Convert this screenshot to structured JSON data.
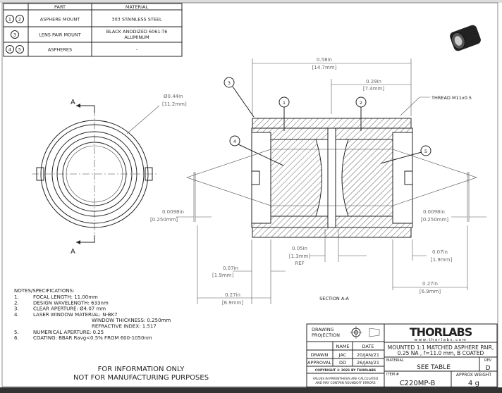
{
  "parts_table": {
    "headers": [
      "PART",
      "MATERIAL"
    ],
    "rows": [
      {
        "balloons": [
          "1",
          "2"
        ],
        "part": "ASPHERE MOUNT",
        "material": [
          "303 STAINLESS STEEL"
        ]
      },
      {
        "balloons": [
          "3"
        ],
        "part": "LENS PAIR MOUNT",
        "material": [
          "BLACK ANODIZED 6061-T6",
          "ALUMINUM"
        ]
      },
      {
        "balloons": [
          "4",
          "5"
        ],
        "part": "ASPHERES",
        "material": [
          "-"
        ]
      }
    ]
  },
  "end_view": {
    "section_label": "A",
    "diameter": "Ø0.44in",
    "diameter_mm": "[11.2mm]"
  },
  "section": {
    "title": "SECTION A-A",
    "thread": "THREAD M11x0.5",
    "balloons": [
      "1",
      "2",
      "3",
      "4",
      "5"
    ],
    "dims": {
      "overall": "0.58in",
      "overall_mm": "[14.7mm]",
      "half": "0.29in",
      "half_mm": "[7.4mm]",
      "window_l": "0.0098in",
      "window_l_mm": "[0.250mm]",
      "window_r": "0.0098in",
      "window_r_mm": "[0.250mm]",
      "gap": "0.05in",
      "gap_mm": "[1.3mm]",
      "gap_ref": "REF",
      "edge_l": "0.07in",
      "edge_l_mm": "[1.9mm]",
      "edge_r": "0.07in",
      "edge_r_mm": "[1.9mm]",
      "focal_l": "0.27in",
      "focal_l_mm": "[6.9mm]",
      "focal_r": "0.27in",
      "focal_r_mm": "[6.9mm]"
    }
  },
  "notes": {
    "title": "NOTES/SPECIFICATIONS:",
    "items": [
      {
        "n": "1.",
        "text": "FOCAL LENGTH: 11.00mm"
      },
      {
        "n": "2.",
        "text": "DESIGN WAVELENGTH: 633nm"
      },
      {
        "n": "3.",
        "text": "CLEAR APERTURE: Ø4.07 mm"
      },
      {
        "n": "4.",
        "text": "LASER WINDOW MATERIAL: N-BK7"
      },
      {
        "n": "",
        "text": "WINDOW THICKNESS: 0.250mm"
      },
      {
        "n": "",
        "text": "REFRACTIVE INDEX: 1.517"
      },
      {
        "n": "5.",
        "text": "NUMERICAL APERTURE: 0.25"
      },
      {
        "n": "6.",
        "text": "COATING: BBAR Ravg<0.5% FROM 600-1050nm"
      }
    ]
  },
  "disclaimer": [
    "FOR INFORMATION ONLY",
    "NOT FOR MANUFACTURING PURPOSES"
  ],
  "title_block": {
    "projection_label": [
      "DRAWING",
      "PROJECTION"
    ],
    "col_name": "NAME",
    "col_date": "DATE",
    "drawn_label": "DRAWN",
    "drawn_name": "JAC",
    "drawn_date": "20/JAN/21",
    "approval_label": "APPROVAL",
    "approval_name": "DD",
    "approval_date": "26/JAN/21",
    "copyright": "COPYRIGHT © 2021 BY THORLABS",
    "values_note": [
      "VALUES IN PARENTHESIS ARE CALCULATED",
      "AND MAY CONTAIN ROUNDOFF ERRORS"
    ],
    "logo": "THORLABS",
    "website": "www.thorlabs.com",
    "description": [
      "MOUNTED 1:1 MATCHED ASPHERE PAIR,",
      "0.25 NA , f=11.0 mm, B COATED"
    ],
    "material_label": "MATERIAL",
    "material_value": "SEE TABLE",
    "rev_label": "REV",
    "rev_value": "D",
    "item_label": "ITEM #",
    "item_value": "C220MP-B",
    "weight_label": "APPROX WEIGHT",
    "weight_value": "4 g"
  }
}
